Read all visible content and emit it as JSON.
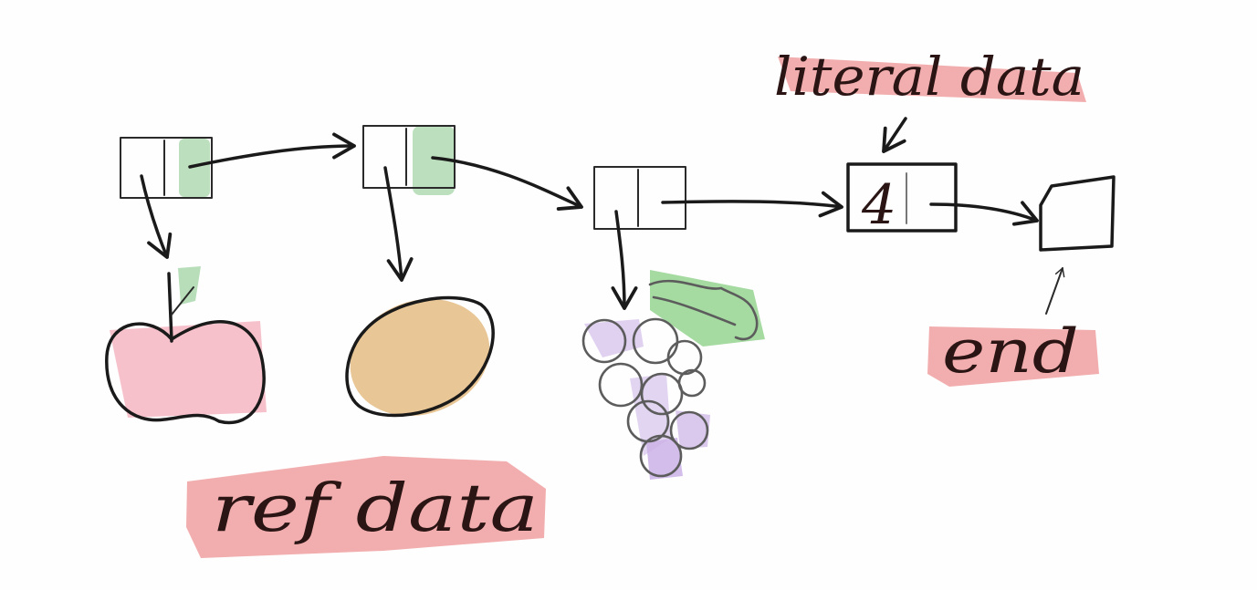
{
  "labels": {
    "literal_data": "literal data",
    "ref_data": "ref data",
    "end": "end",
    "literal_value": "4"
  },
  "nodes": [
    {
      "id": "node-1",
      "points_to": "apple"
    },
    {
      "id": "node-2",
      "points_to": "potato"
    },
    {
      "id": "node-3",
      "points_to": "grapes"
    },
    {
      "id": "node-4",
      "holds": "4"
    },
    {
      "id": "end-node"
    }
  ],
  "colors": {
    "ink": "#1a1a1a",
    "highlight": "#ef9a9a",
    "pointer_green": "#a5d6a7",
    "apple": "#f4b6c2",
    "potato": "#e3b87a",
    "grape": "#cbb2e6",
    "leaf": "#8fd18a"
  }
}
